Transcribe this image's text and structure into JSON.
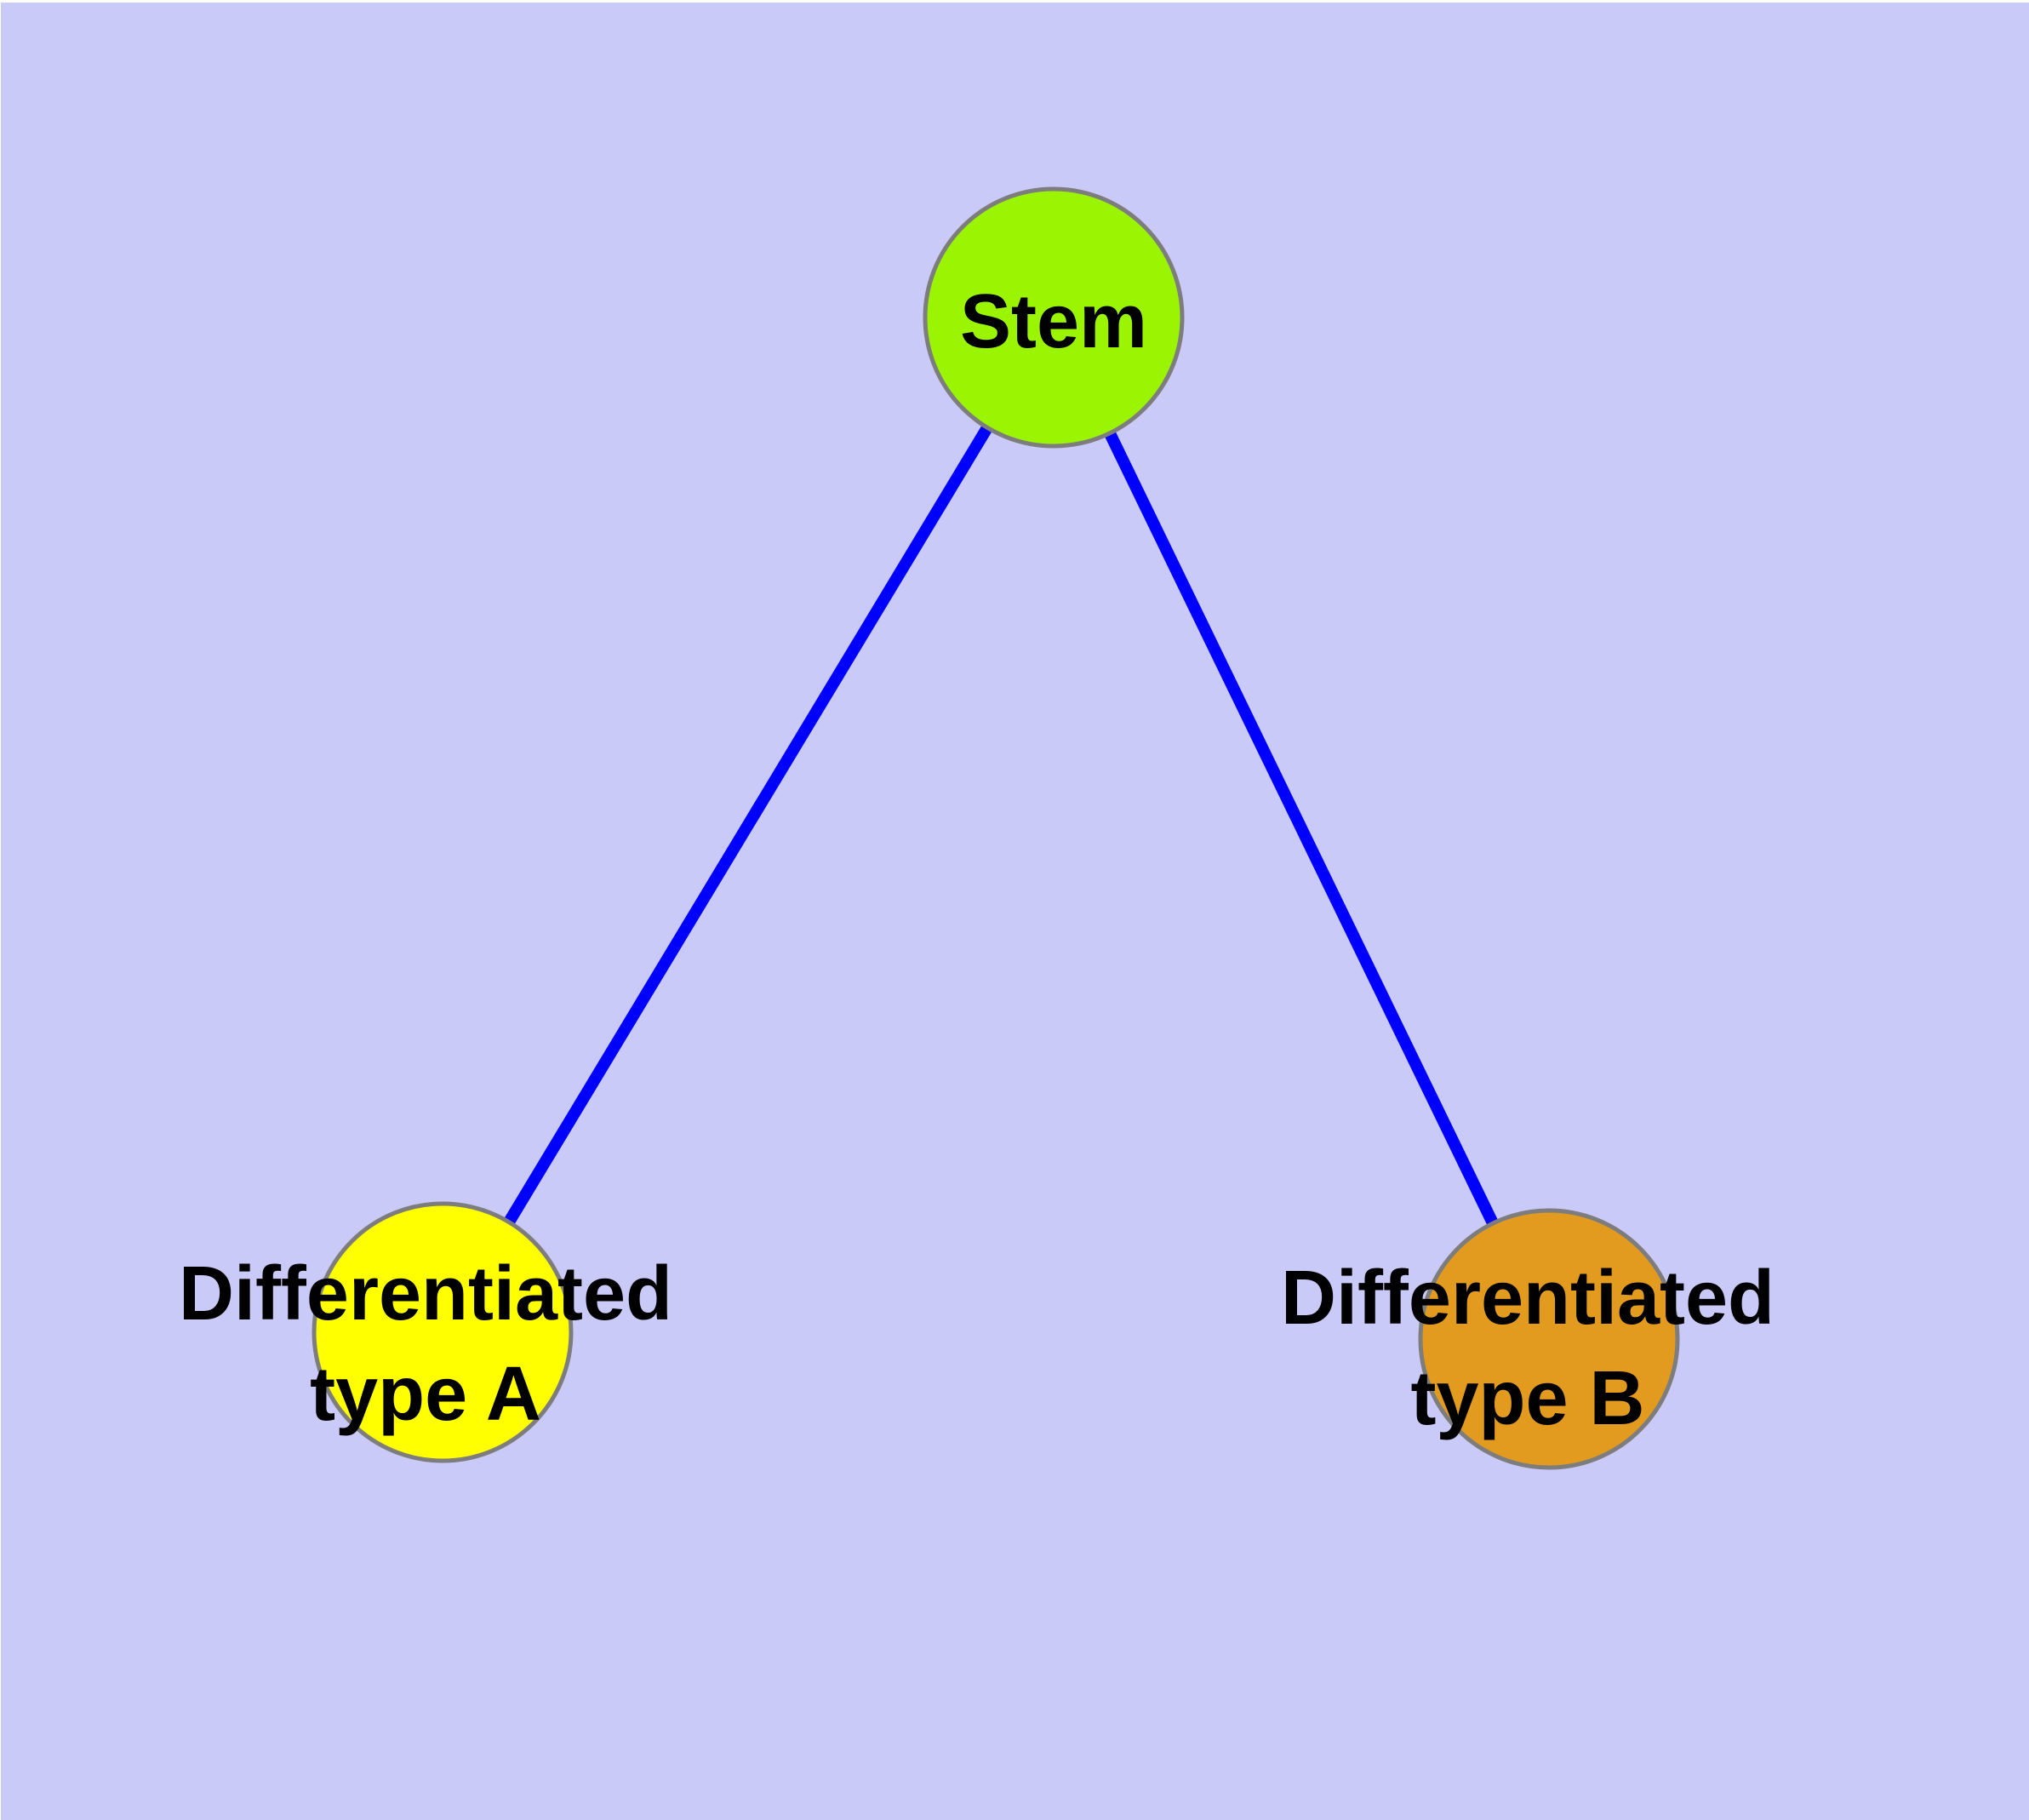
{
  "diagram": {
    "description": "Stem cell differentiation graph",
    "colors": {
      "page_margin": "#FFFFFF",
      "background": "#CACAF8",
      "edge": "#0000FF",
      "node_border": "#7D7D7D",
      "text": "#000000"
    },
    "nodes": {
      "stem": {
        "label": "Stem",
        "fill": "#9BF502"
      },
      "type_a": {
        "label_line1": "Differentiated",
        "label_line2": "type A",
        "fill": "#FFFF00"
      },
      "type_b": {
        "label_line1": "Differentiated",
        "label_line2": "type B",
        "fill": "#E39B1F"
      }
    },
    "edges": [
      {
        "from": "Stem",
        "to": "Differentiated type A"
      },
      {
        "from": "Stem",
        "to": "Differentiated type B"
      }
    ]
  }
}
